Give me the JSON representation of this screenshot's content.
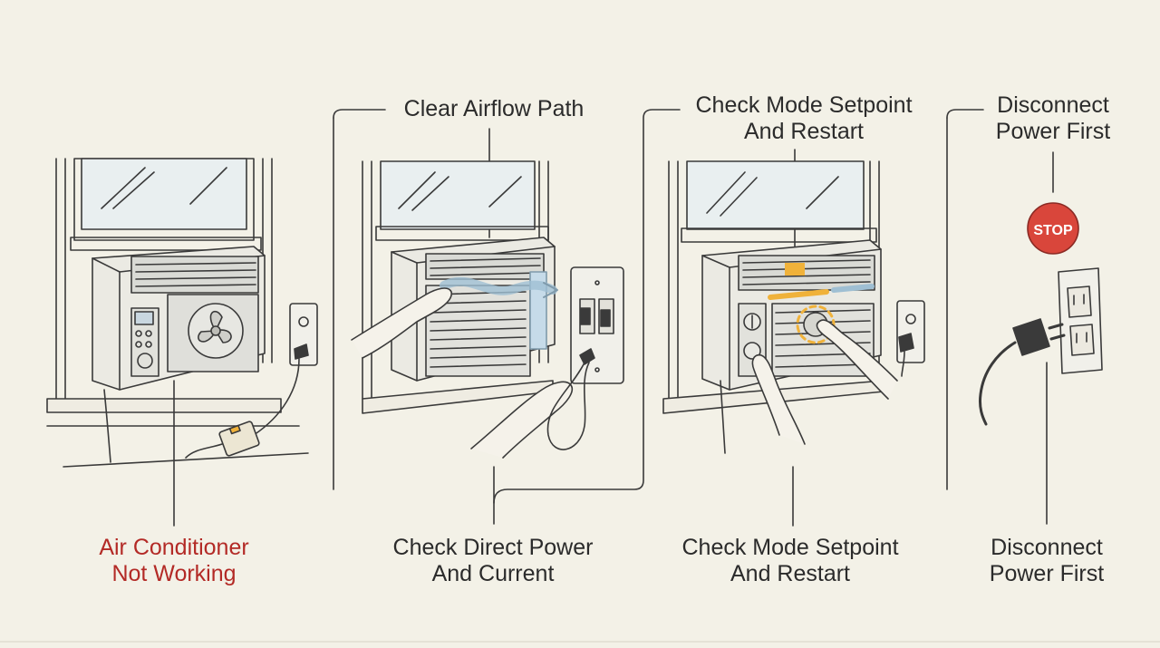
{
  "panels": [
    {
      "bottom_label": [
        "Air Conditioner",
        "Not Working"
      ]
    },
    {
      "top_label": [
        "Clear Airflow Path"
      ],
      "bottom_label": [
        "Check Direct Power",
        "And Current"
      ]
    },
    {
      "top_label": [
        "Check Mode Setpoint",
        "And Restart"
      ],
      "bottom_label": [
        "Check Mode Setpoint",
        "And Restart"
      ]
    },
    {
      "top_label": [
        "Disconnect",
        "Power First"
      ],
      "bottom_label": [
        "Disconnect",
        "Power First"
      ]
    }
  ],
  "stop_sign": {
    "text": "STOP"
  },
  "colors": {
    "background": "#f3f1e7",
    "ink": "#3a3a3a",
    "title_red": "#b32a26",
    "stop_red": "#d9463b",
    "accent_orange": "#f0b23a",
    "glass_blue": "#c6dbe9"
  }
}
